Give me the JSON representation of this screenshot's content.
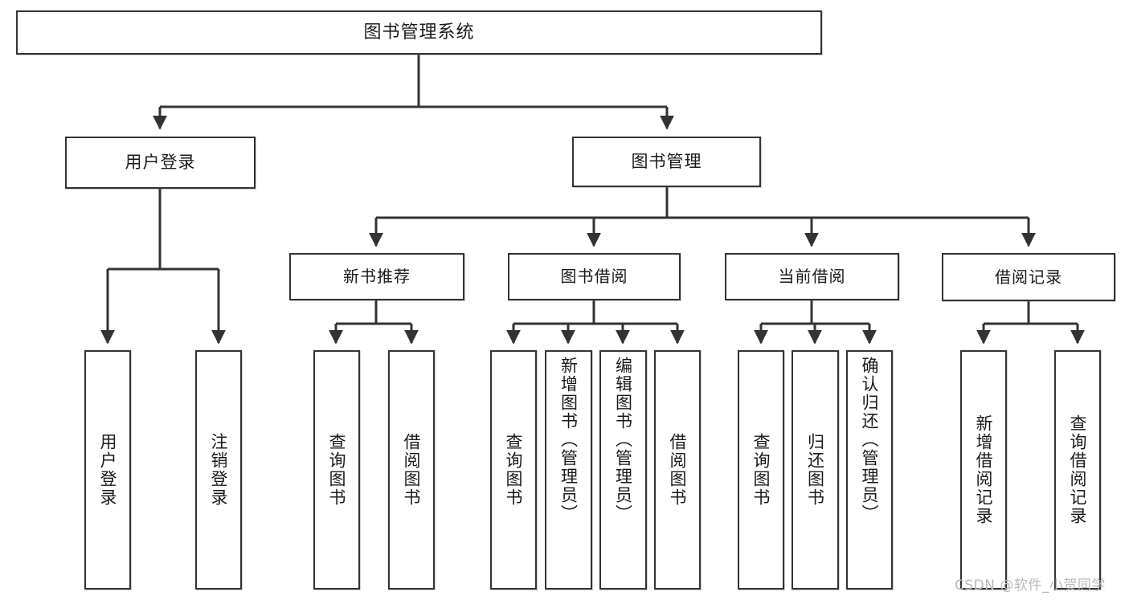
{
  "diagram": {
    "title": "图书管理系统",
    "type": "功能结构图",
    "watermark": "CSDN @软件_小贺同学",
    "colors": {
      "stroke": "#333333",
      "fill": "#ffffff",
      "text": "#1a1a1a",
      "watermark": "#b9b9b9"
    },
    "nodes": {
      "root": {
        "label": "图书管理系统"
      },
      "level2": [
        {
          "label": "用户登录"
        },
        {
          "label": "图书管理"
        }
      ],
      "level3": [
        {
          "label": "新书推荐"
        },
        {
          "label": "图书借阅"
        },
        {
          "label": "当前借阅"
        },
        {
          "label": "借阅记录"
        }
      ],
      "leaves": [
        {
          "label": "用户登录",
          "parent": "用户登录"
        },
        {
          "label": "注销登录",
          "parent": "用户登录"
        },
        {
          "label": "查询图书",
          "parent": "新书推荐"
        },
        {
          "label": "借阅图书",
          "parent": "新书推荐"
        },
        {
          "label": "查询图书",
          "parent": "图书借阅"
        },
        {
          "label": "新增图书（管理员）",
          "parent": "图书借阅"
        },
        {
          "label": "编辑图书（管理员）",
          "parent": "图书借阅"
        },
        {
          "label": "借阅图书",
          "parent": "图书借阅"
        },
        {
          "label": "查询图书",
          "parent": "当前借阅"
        },
        {
          "label": "归还图书",
          "parent": "当前借阅"
        },
        {
          "label": "确认归还（管理员）",
          "parent": "当前借阅"
        },
        {
          "label": "新增借阅记录",
          "parent": "借阅记录"
        },
        {
          "label": "查询借阅记录",
          "parent": "借阅记录"
        }
      ]
    }
  }
}
